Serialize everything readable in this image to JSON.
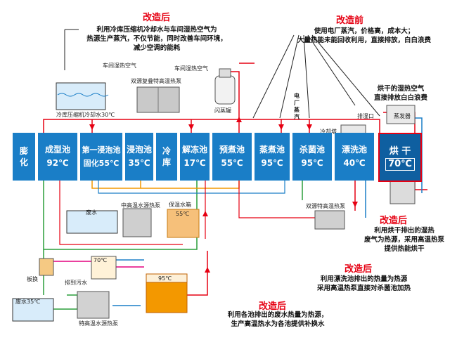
{
  "titles": {
    "after_top": "改造后",
    "before": "改造前",
    "after_dry": "改造后",
    "after_rinse": "改造后",
    "after_bottom": "改造后"
  },
  "notes": {
    "after_top": [
      "利用冷库压缩机冷却水与车间湿热空气为",
      "热源生产蒸汽，不仅节能，同时改善车间环境，",
      "减少空调的能耗"
    ],
    "before": [
      "使用电厂蒸汽，价格高，成本大；",
      "大量热能未能回收利用，直接排放，白白浪费"
    ],
    "dry_exhaust": [
      "烘干的湿热空气",
      "直接排放白白浪费"
    ],
    "after_dry": [
      "利用烘干排出的湿热",
      "废气为热源，采用高温热泵",
      "提供热能烘干"
    ],
    "after_rinse": [
      "利用漂洗池排出的热量为热源",
      "采用高温热泵直接对杀菌池加热"
    ],
    "after_bottom": [
      "利用各池排出的废水热量为热源，",
      "生产高温热水为各池提供补换水"
    ]
  },
  "labels": {
    "workshop_air_1": "车间湿热空气",
    "workshop_air_2": "车间湿热空气",
    "cascade_pump": "双源复叠特高温热泵",
    "cold_water": "冷库压缩机冷却水30℃",
    "flash_tank": "闪蒸罐",
    "plant_steam": "电厂蒸汽",
    "cooling_tower": "冷却塔",
    "exhaust": "排湿口",
    "generator": "蒸发器",
    "waste_water": "废水",
    "mid_pump": "中高温水源热泵",
    "keep_tank": "保温水箱",
    "keep_tank_temp": "55℃",
    "dual_pump": "双源特高温热泵",
    "tank_70": "70℃",
    "plate_hx": "板换",
    "drain": "排到污水",
    "waste_35": "废水35℃",
    "tank_95": "95℃",
    "water_pump": "特高温水源热泵"
  },
  "pools": [
    {
      "name": "膨化",
      "temp": ""
    },
    {
      "name": "成型池",
      "temp": "92℃"
    },
    {
      "name": "第一浸泡池",
      "temp": "固化55℃"
    },
    {
      "name": "浸泡池",
      "temp": "35℃"
    },
    {
      "name": "冷库",
      "temp": ""
    },
    {
      "name": "解冻池",
      "temp": "17℃"
    },
    {
      "name": "预煮池",
      "temp": "55℃"
    },
    {
      "name": "蒸煮池",
      "temp": "95℃"
    },
    {
      "name": "杀菌池",
      "temp": "95℃"
    },
    {
      "name": "漂洗池",
      "temp": "40℃"
    },
    {
      "name": "烘 干",
      "temp": "70℃"
    }
  ],
  "colors": {
    "pool": "#1a7ec7",
    "accent": "#e60012",
    "pipe_red": "#e60012",
    "pipe_blue": "#1a7ec7",
    "pipe_green": "#2a9d3a",
    "pipe_orange": "#f39800",
    "pipe_pink": "#e4007f"
  }
}
